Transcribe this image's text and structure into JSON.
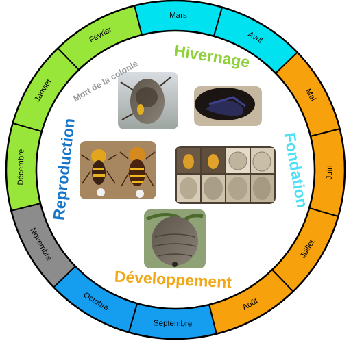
{
  "months": [
    {
      "label": "Janvier",
      "color": "#99e63b"
    },
    {
      "label": "Février",
      "color": "#99e63b"
    },
    {
      "label": "Mars",
      "color": "#00e2f0"
    },
    {
      "label": "Avril",
      "color": "#00e2f0"
    },
    {
      "label": "Mai",
      "color": "#f7a10c"
    },
    {
      "label": "Juin",
      "color": "#f7a10c"
    },
    {
      "label": "Juillet",
      "color": "#f7a10c"
    },
    {
      "label": "Août",
      "color": "#f7a10c"
    },
    {
      "label": "Septembre",
      "color": "#159df0"
    },
    {
      "label": "Octobre",
      "color": "#159df0"
    },
    {
      "label": "Novembre",
      "color": "#8c8c8c"
    },
    {
      "label": "Décembre",
      "color": "#99e63b"
    }
  ],
  "phases": {
    "hivernage": {
      "label": "Hivernage",
      "color": "#8fd13a"
    },
    "fondation": {
      "label": "Fondation",
      "color": "#4ee0f5"
    },
    "developpement": {
      "label": "Développement",
      "color": "#f1a716"
    },
    "reproduction": {
      "label": "Reproduction",
      "color": "#1876c9"
    },
    "mort": {
      "label": "Mort de la colonie",
      "color": "#9a9a9a"
    }
  }
}
